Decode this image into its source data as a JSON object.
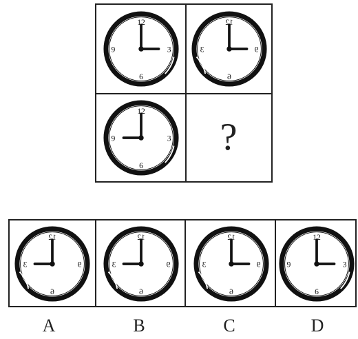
{
  "puzzle": {
    "question_mark": "?"
  },
  "dial_labels": {
    "normal": {
      "top": "12",
      "right": "3",
      "bottom": "6",
      "left": "9"
    }
  },
  "grid_clocks": [
    {
      "hour": 3,
      "minute": 0,
      "mirrored": false
    },
    {
      "hour": 9,
      "minute": 0,
      "mirrored": true
    },
    {
      "hour": 9,
      "minute": 0,
      "mirrored": false
    }
  ],
  "options": [
    {
      "label": "A",
      "hour": 3,
      "minute": 0,
      "mirrored": true
    },
    {
      "label": "B",
      "hour": 3,
      "minute": 0,
      "mirrored": true
    },
    {
      "label": "C",
      "hour": 9,
      "minute": 0,
      "mirrored": true
    },
    {
      "label": "D",
      "hour": 3,
      "minute": 0,
      "mirrored": false
    }
  ]
}
